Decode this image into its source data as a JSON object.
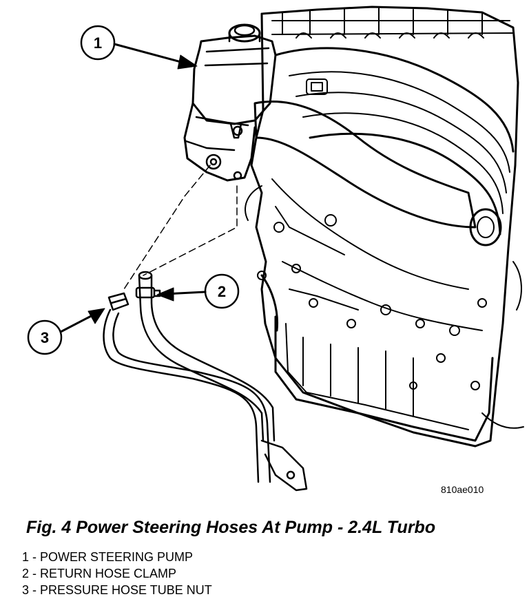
{
  "figure": {
    "code": "810ae010",
    "title": "Fig. 4 Power Steering Hoses At Pump - 2.4L Turbo"
  },
  "callouts": [
    {
      "number": "1",
      "label": "POWER STEERING PUMP"
    },
    {
      "number": "2",
      "label": "RETURN HOSE CLAMP"
    },
    {
      "number": "3",
      "label": "PRESSURE HOSE TUBE NUT"
    }
  ],
  "legend": [
    "1 - POWER STEERING PUMP",
    "2 - RETURN HOSE CLAMP",
    "3 - PRESSURE HOSE TUBE NUT"
  ]
}
